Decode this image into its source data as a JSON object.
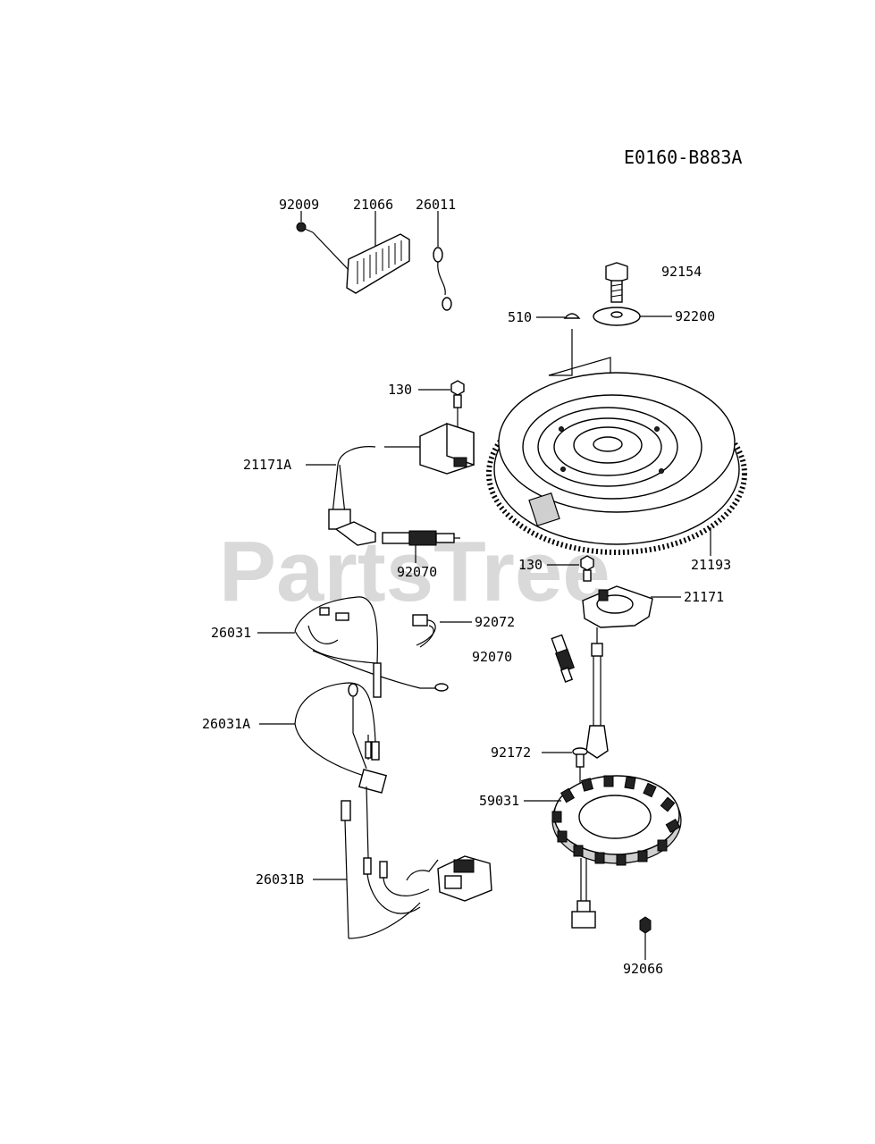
{
  "diagram_code": "E0160-B883A",
  "watermark": "PartsTree",
  "part_labels": {
    "p92009": "92009",
    "p21066": "21066",
    "p26011": "26011",
    "p92154": "92154",
    "p510": "510",
    "p92200": "92200",
    "p130_top": "130",
    "p21171A": "21171A",
    "p92070_upper": "92070",
    "p21193": "21193",
    "p130_lower": "130",
    "p21171": "21171",
    "p26031": "26031",
    "p92072": "92072",
    "p92070_lower": "92070",
    "p26031A": "26031A",
    "p92172": "92172",
    "p59031": "59031",
    "p26031B": "26031B",
    "p92066": "92066"
  }
}
